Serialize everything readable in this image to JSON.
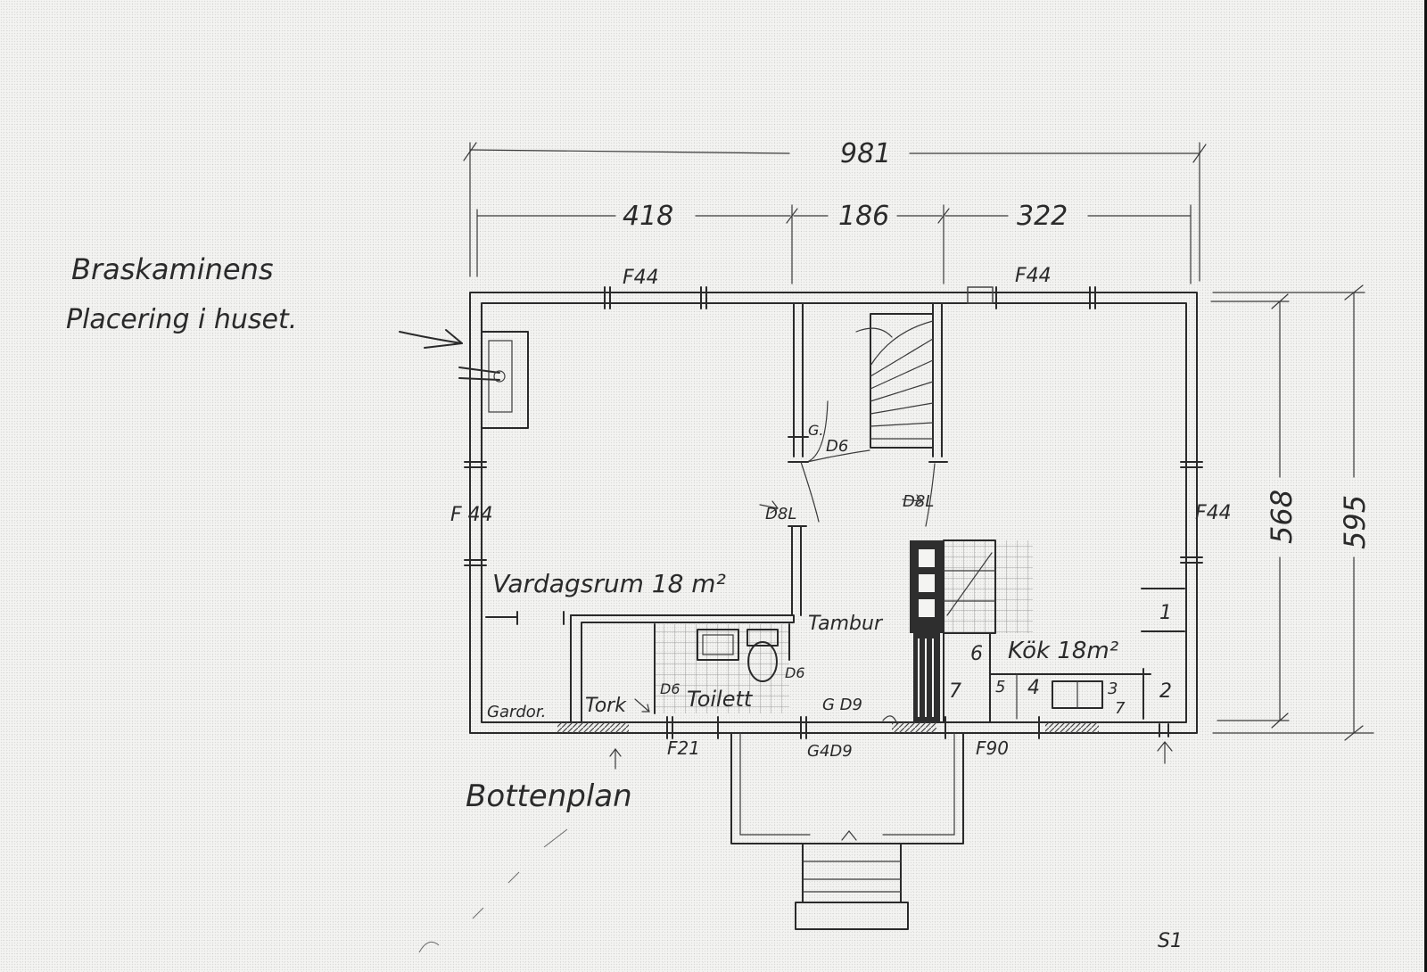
{
  "annotation": {
    "line1": "Braskaminens",
    "line2": "Placering i huset."
  },
  "dimensions": {
    "total_width": "981",
    "seg1": "418",
    "seg2": "186",
    "seg3": "322",
    "height_inner": "568",
    "height_outer": "595"
  },
  "rooms": {
    "living": "Vardagsrum 18 m²",
    "kitchen": "Kök 18m²",
    "vestibule": "Tambur",
    "toilet": "Toilett",
    "wardrobe": "Gardor.",
    "drying": "Tork",
    "title": "Bottenplan"
  },
  "codes": {
    "f44_top_left": "F44",
    "f44_top_right": "F44",
    "f44_left": "F 44",
    "f44_right": "F44",
    "g": "G.",
    "d6_stair": "D6",
    "d8_left": "D8L",
    "d8_right": "D8L",
    "d6_toilet_left": "D6",
    "d6_toilet_right": "D6",
    "g9_a": "G D9",
    "g9_b": "G4D9",
    "f21": "F21",
    "f90": "F90"
  },
  "kitchen_numbers": {
    "n1": "1",
    "n2": "2",
    "n3": "3",
    "n4": "4",
    "n5": "5",
    "n6": "6",
    "n7a": "7",
    "n7b": "7"
  },
  "margin_marks": {
    "bottom_right": "S1"
  }
}
